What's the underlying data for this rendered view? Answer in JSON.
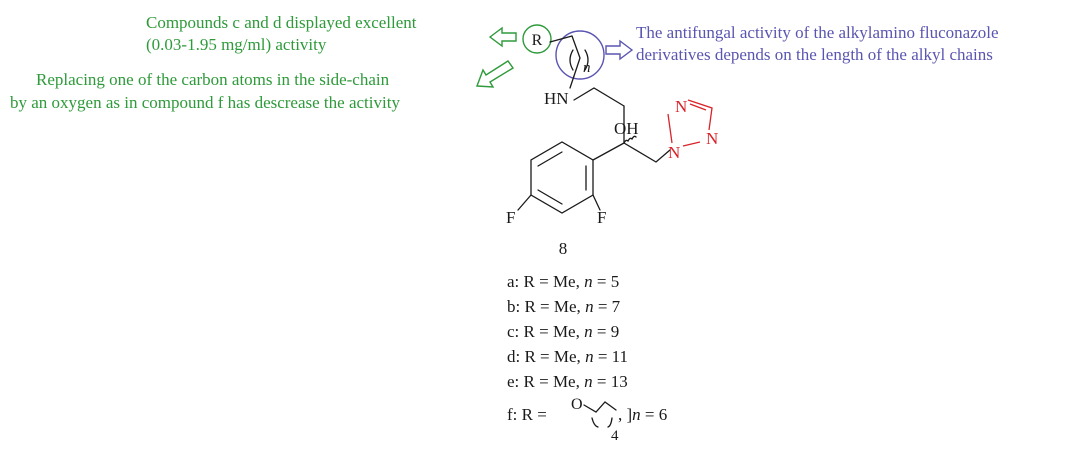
{
  "annotations": {
    "green_top_line1": "Compounds c and d displayed excellent",
    "green_top_line2": "(0.03-1.95 mg/ml) activity",
    "green_side_line1": "Replacing one of the carbon atoms in the side-chain",
    "green_side_line2": "by an oxygen as in compound f has descrease the activity",
    "blue_line1": "The antifungal activity of the alkylamino fluconazole",
    "blue_line2": "derivatives depends on the length of the alkyl chains"
  },
  "structure": {
    "r_label": "R",
    "n_label": "n",
    "hn_label": "HN",
    "oh_label": "OH",
    "n1": "N",
    "n2": "N",
    "n3": "N",
    "f1": "F",
    "f2": "F",
    "compound_number": "8"
  },
  "compounds": [
    {
      "prefix": "a: R = Me, ",
      "n": "n",
      "suffix": " = 5"
    },
    {
      "prefix": "b: R = Me, ",
      "n": "n",
      "suffix": " = 7"
    },
    {
      "prefix": "c: R = Me, ",
      "n": "n",
      "suffix": " = 9"
    },
    {
      "prefix": "d: R = Me, ",
      "n": "n",
      "suffix": " = 11"
    },
    {
      "prefix": "e: R = Me, ",
      "n": "n",
      "suffix": " = 13"
    }
  ],
  "compound_f": {
    "prefix": "f: R = ",
    "o_label": "O",
    "sub": "4",
    "mid": ", ]",
    "n": "n",
    "suffix": " = 6"
  },
  "colors": {
    "green": "#2e9a3a",
    "blue": "#5a55b0",
    "red": "#d8232a"
  }
}
